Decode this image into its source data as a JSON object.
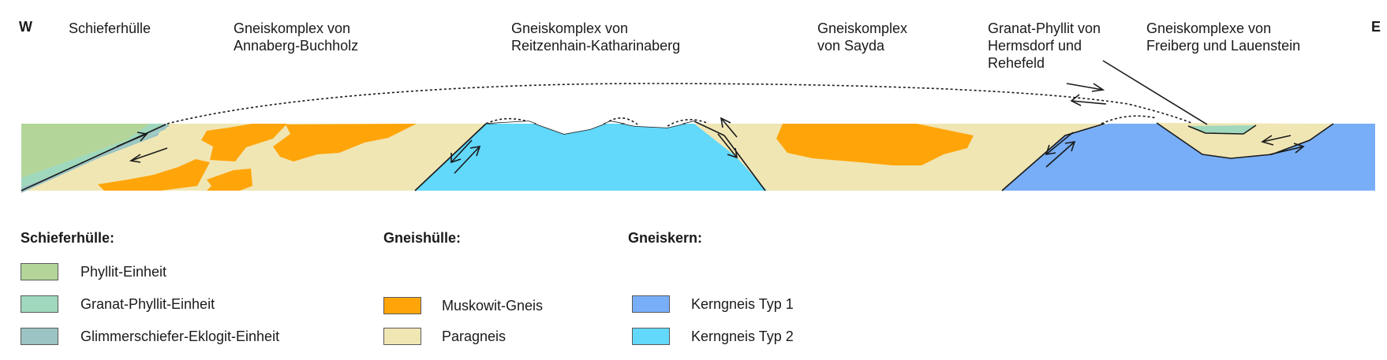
{
  "directions": {
    "west": "W",
    "east": "E"
  },
  "section_labels": [
    "Schieferhülle",
    "Gneiskomplex von\nAnnaberg-Buchholz",
    "Gneiskomplex von\nReitzenhain-Katharinaberg",
    "Gneiskomplex\nvon Sayda",
    "Granat-Phyllit von\nHermsdorf und\nRehefeld",
    "Gneiskomplexe von\nFreiberg und Lauenstein"
  ],
  "legend": {
    "groups": [
      {
        "heading": "Schieferhülle:",
        "items": [
          {
            "label": "Phyllit-Einheit",
            "color": "#b3d59a"
          },
          {
            "label": "Granat-Phyllit-Einheit",
            "color": "#9fd8bd"
          },
          {
            "label": "Glimmerschiefer-Eklogit-Einheit",
            "color": "#9cc4c4"
          }
        ]
      },
      {
        "heading": "Gneishülle:",
        "items": [
          {
            "label": "Muskowit-Gneis",
            "color": "#ffa50a"
          },
          {
            "label": "Paragneis",
            "color": "#f0e6b4"
          }
        ]
      },
      {
        "heading": "Gneiskern:",
        "items": [
          {
            "label": "Kerngneis Typ 1",
            "color": "#78aef8"
          },
          {
            "label": "Kerngneis Typ 2",
            "color": "#62d8fa"
          }
        ]
      }
    ]
  }
}
